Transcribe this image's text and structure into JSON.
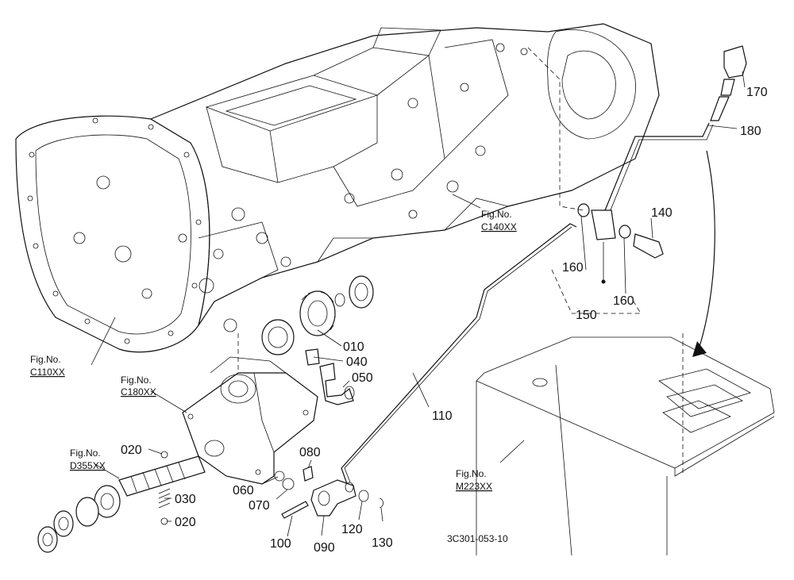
{
  "part_labels": [
    "170",
    "180",
    "140",
    "160",
    "160",
    "150",
    "010",
    "040",
    "050",
    "110",
    "020",
    "030",
    "020",
    "060",
    "070",
    "080",
    "090",
    "100",
    "120",
    "130"
  ],
  "fig_refs": [
    {
      "top": "Fig.No.",
      "bottom": "C140XX"
    },
    {
      "top": "Fig.No.",
      "bottom": "C110XX"
    },
    {
      "top": "Fig.No.",
      "bottom": "C180XX"
    },
    {
      "top": "Fig.No.",
      "bottom": "D355XX"
    },
    {
      "top": "Fig.No.",
      "bottom": "M223XX"
    }
  ],
  "drawing_code": "3C301-053-10"
}
